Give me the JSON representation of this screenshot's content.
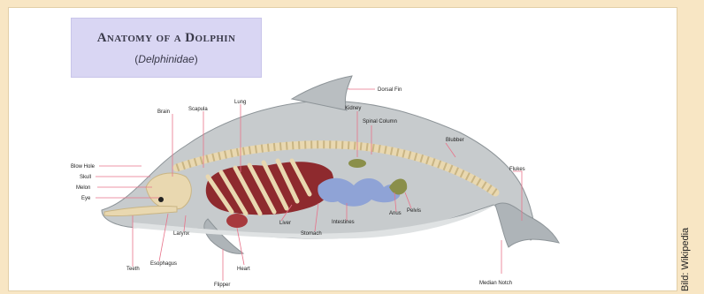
{
  "title": {
    "main": "Anatomy of a Dolphin",
    "sub_open": "(",
    "sub_italic": "Delphinidae",
    "sub_close": ")"
  },
  "credit": "Bild: Wikipedia",
  "labels": {
    "dorsal_fin": "Dorsal Fin",
    "kidney": "Kidney",
    "spinal_column": "Spinal Column",
    "blubber": "Blubber",
    "flukes": "Flukes",
    "brain": "Brain",
    "scapula": "Scapula",
    "lung": "Lung",
    "blow_hole": "Blow Hole",
    "skull": "Skull",
    "melon": "Melon",
    "eye": "Eye",
    "liver": "Liver",
    "stomach": "Stomach",
    "intestines": "Intestines",
    "anus": "Anus",
    "pelvis": "Pelvis",
    "larynx": "Larynx",
    "teeth": "Teeth",
    "esophagus": "Esophagus",
    "heart": "Heart",
    "flipper": "Flipper",
    "median_notch": "Median Notch"
  },
  "colors": {
    "frame": "#f8e6c4",
    "title_box": "#d9d6f3",
    "leader_line": "#e8738a",
    "skin": "#c7cbcd",
    "skin_dark": "#9fa6aa",
    "bone": "#e9d8b0",
    "lung": "#8e2a2e",
    "intestines": "#8fa3d6"
  }
}
